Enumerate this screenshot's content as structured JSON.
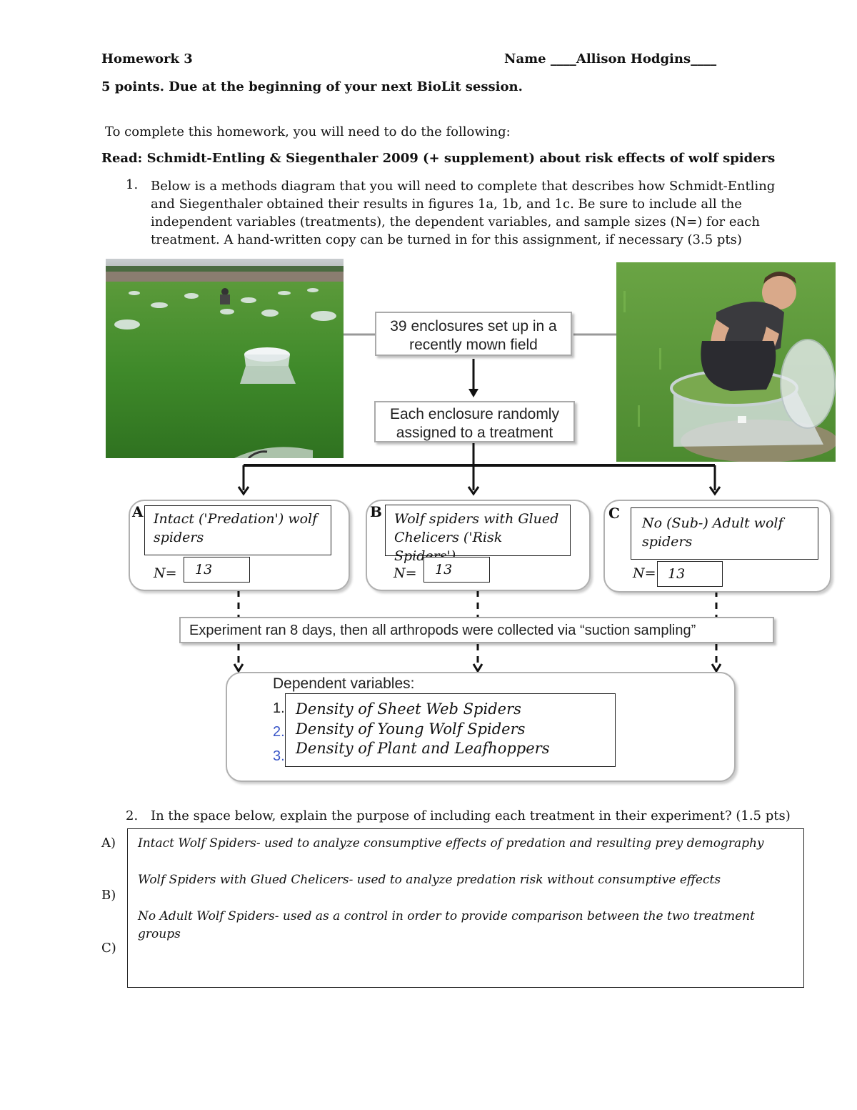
{
  "header": {
    "title": "Homework 3",
    "name_label": "Name ____Allison Hodgins____",
    "points": "5 points. Due at the beginning of your next BioLit session."
  },
  "intro": "To complete this homework, you will need to do the following:",
  "read_line": "Read: Schmidt-Entling & Siegenthaler 2009 (+ supplement) about risk effects of wolf spiders",
  "q1": {
    "number": "1.",
    "lines": [
      "Below is a methods diagram that you will need to complete that describes how Schmidt-Entling",
      "and Siegenthaler obtained their results in figures 1a, 1b, and 1c. Be sure to include all the",
      "independent variables (treatments), the dependent variables, and sample sizes (N=) for each",
      "treatment. A hand-written copy can be turned in for this assignment, if necessary (3.5 pts)"
    ]
  },
  "diagram": {
    "top_box": [
      "39 enclosures set up in a",
      "recently mown field"
    ],
    "assign_box": [
      "Each enclosure randomly",
      "assigned to a treatment"
    ],
    "treatments": [
      {
        "letter": "A",
        "text": [
          "Intact ('Predation') wolf",
          "spiders"
        ],
        "n_label": "N=",
        "n": "13"
      },
      {
        "letter": "B",
        "text": [
          "Wolf spiders with Glued",
          "Chelicers ('Risk Spiders')"
        ],
        "n_label": "N=",
        "n": "13"
      },
      {
        "letter": "C",
        "text": [
          "No (Sub-) Adult wolf",
          "spiders"
        ],
        "n_label": "N=",
        "n": "13"
      }
    ],
    "experiment_box": "Experiment ran 8 days, then all arthropods were collected via “suction sampling”",
    "dependent": {
      "title": "Dependent variables:",
      "numbers": [
        "1.",
        "2.",
        "3."
      ],
      "items": [
        "Density of Sheet Web Spiders",
        "Density of Young Wolf Spiders",
        "Density of Plant and Leafhoppers"
      ]
    }
  },
  "q2": {
    "number": "2.",
    "question": "In the space below, explain the purpose of including each treatment in their experiment? (1.5 pts)",
    "labels": [
      "A)",
      "B)",
      "C)"
    ],
    "answers": [
      "Intact Wolf Spiders- used to analyze consumptive effects of predation and resulting prey demography",
      "Wolf Spiders with Glued Chelicers- used to analyze predation risk without consumptive effects",
      "No Adult Wolf Spiders- used as a control in order to provide comparison between the two treatment",
      "groups"
    ]
  },
  "colors": {
    "blue_numbers": "#3a56c8",
    "box_border": "#aaaaaa",
    "grass": "#3f8a2a"
  }
}
